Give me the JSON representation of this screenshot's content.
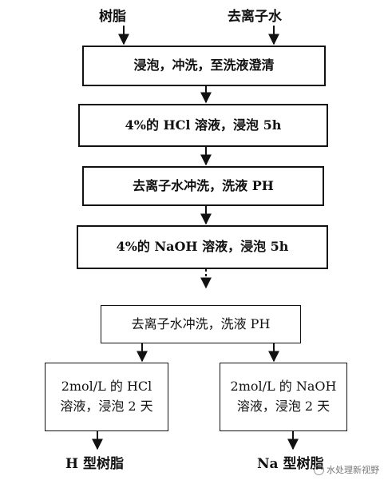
{
  "inputs": {
    "resin": "树脂",
    "water": "去离子水"
  },
  "steps": {
    "soak_rinse": "浸泡，冲洗，至洗液澄清",
    "hcl_soak": "4%的 HCl 溶液，浸泡 5h",
    "rinse_ph_1": "去离子水冲洗，洗液 PH",
    "naoh_soak": "4%的 NaOH 溶液，浸泡 5h",
    "rinse_ph_2": "去离子水冲洗，洗液 PH"
  },
  "branches": {
    "hcl": {
      "line1": "2mol/L 的 HCl",
      "line2": "溶液，浸泡 2 天"
    },
    "naoh": {
      "line1": "2mol/L 的 NaOH",
      "line2": "溶液，浸泡 2 天"
    }
  },
  "outputs": {
    "h_resin": "H 型树脂",
    "na_resin": "Na 型树脂"
  },
  "watermark": "水处理新视野"
}
